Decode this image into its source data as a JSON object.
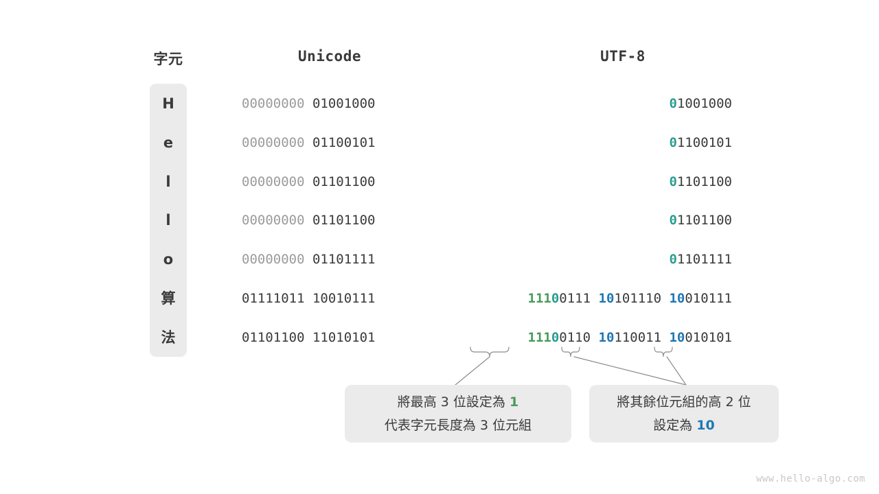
{
  "headers": {
    "char": "字元",
    "unicode": "Unicode",
    "utf8": "UTF-8"
  },
  "colors": {
    "dim_gray": "#9b9b9b",
    "dark_gray": "#3a3a3a",
    "teal": "#2a9d8f",
    "green": "#4a9a5e",
    "blue": "#1f77b4",
    "pill_bg": "#ebebeb",
    "background": "#ffffff",
    "connector": "#8c8c8c"
  },
  "rows": [
    {
      "char": "H",
      "unicode": [
        {
          "text": "00000000",
          "style": "dim"
        },
        {
          "text": " ",
          "style": "dim"
        },
        {
          "text": "01001000",
          "style": "dark"
        }
      ],
      "utf8": [
        {
          "text": "0",
          "style": "teal"
        },
        {
          "text": "1001000",
          "style": "dark"
        }
      ]
    },
    {
      "char": "e",
      "unicode": [
        {
          "text": "00000000",
          "style": "dim"
        },
        {
          "text": " ",
          "style": "dim"
        },
        {
          "text": "01100101",
          "style": "dark"
        }
      ],
      "utf8": [
        {
          "text": "0",
          "style": "teal"
        },
        {
          "text": "1100101",
          "style": "dark"
        }
      ]
    },
    {
      "char": "l",
      "unicode": [
        {
          "text": "00000000",
          "style": "dim"
        },
        {
          "text": " ",
          "style": "dim"
        },
        {
          "text": "01101100",
          "style": "dark"
        }
      ],
      "utf8": [
        {
          "text": "0",
          "style": "teal"
        },
        {
          "text": "1101100",
          "style": "dark"
        }
      ]
    },
    {
      "char": "l",
      "unicode": [
        {
          "text": "00000000",
          "style": "dim"
        },
        {
          "text": " ",
          "style": "dim"
        },
        {
          "text": "01101100",
          "style": "dark"
        }
      ],
      "utf8": [
        {
          "text": "0",
          "style": "teal"
        },
        {
          "text": "1101100",
          "style": "dark"
        }
      ]
    },
    {
      "char": "o",
      "unicode": [
        {
          "text": "00000000",
          "style": "dim"
        },
        {
          "text": " ",
          "style": "dim"
        },
        {
          "text": "01101111",
          "style": "dark"
        }
      ],
      "utf8": [
        {
          "text": "0",
          "style": "teal"
        },
        {
          "text": "1101111",
          "style": "dark"
        }
      ]
    },
    {
      "char": "算",
      "unicode": [
        {
          "text": "01111011",
          "style": "dark"
        },
        {
          "text": " ",
          "style": "dark"
        },
        {
          "text": "10010111",
          "style": "dark"
        }
      ],
      "utf8": [
        {
          "text": "111",
          "style": "green"
        },
        {
          "text": "0",
          "style": "teal"
        },
        {
          "text": "0111 ",
          "style": "dark"
        },
        {
          "text": "10",
          "style": "blue"
        },
        {
          "text": "101110 ",
          "style": "dark"
        },
        {
          "text": "10",
          "style": "blue"
        },
        {
          "text": "010111",
          "style": "dark"
        }
      ]
    },
    {
      "char": "法",
      "unicode": [
        {
          "text": "01101100",
          "style": "dark"
        },
        {
          "text": " ",
          "style": "dark"
        },
        {
          "text": "11010101",
          "style": "dark"
        }
      ],
      "utf8": [
        {
          "text": "111",
          "style": "green"
        },
        {
          "text": "0",
          "style": "teal"
        },
        {
          "text": "0110 ",
          "style": "dark"
        },
        {
          "text": "10",
          "style": "blue"
        },
        {
          "text": "110011 ",
          "style": "dark"
        },
        {
          "text": "10",
          "style": "blue"
        },
        {
          "text": "010101",
          "style": "dark"
        }
      ]
    }
  ],
  "callouts": {
    "left": {
      "line1_pre": "將最高 3 位設定為 ",
      "line1_em": "1",
      "line2": "代表字元長度為 3 位元組"
    },
    "right": {
      "line1": "將其餘位元組的高 2 位",
      "line2_pre": "設定為 ",
      "line2_em": "10"
    }
  },
  "watermark": "www.hello-algo.com"
}
